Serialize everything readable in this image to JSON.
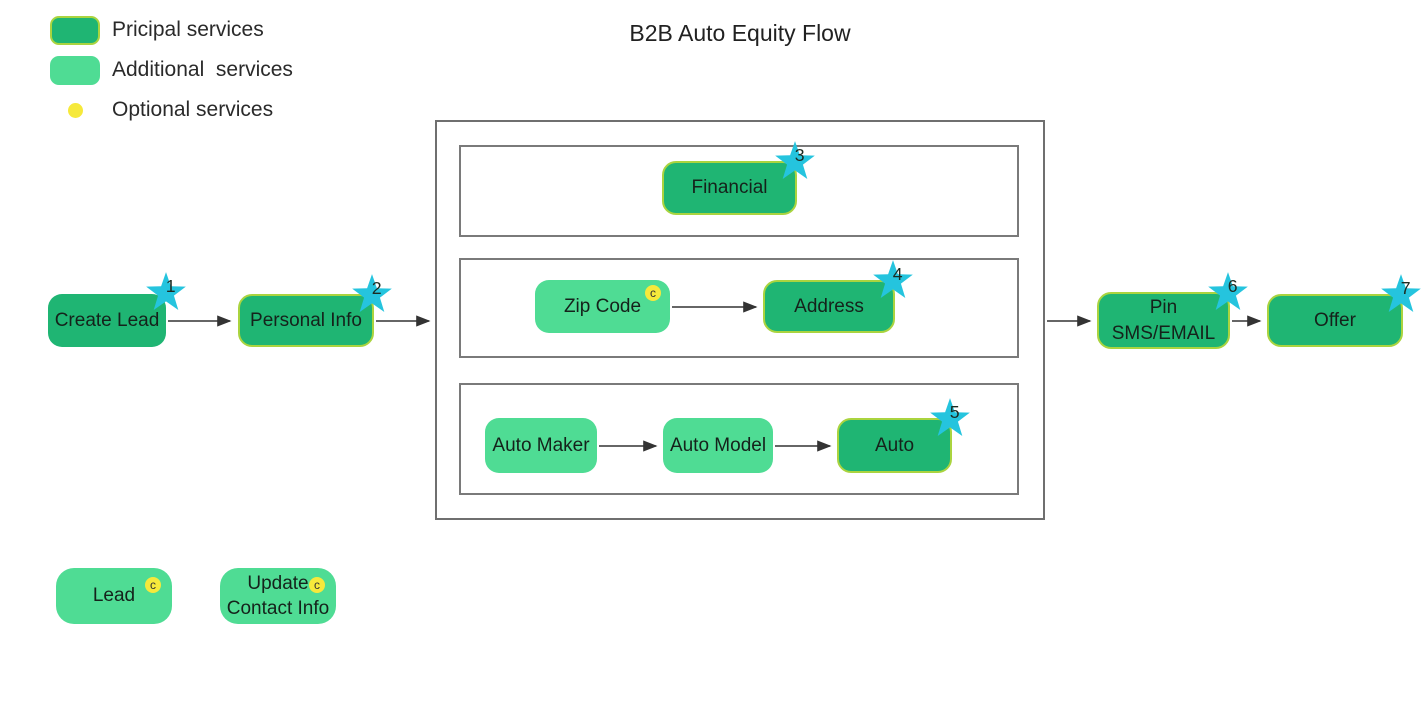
{
  "title": "B2B Auto Equity Flow",
  "legend": {
    "items": [
      {
        "label": "Pricipal services",
        "type": "principal",
        "color": "#1fb573"
      },
      {
        "label": "Additional  services",
        "type": "additional",
        "color": "#4fdc94"
      },
      {
        "label": "Optional services",
        "type": "optional",
        "color": "#f6e93b"
      }
    ]
  },
  "colors": {
    "principal_fill": "#1fb573",
    "additional_fill": "#4fdc94",
    "principal_border": "#aad43f",
    "optional_badge": "#f6e93b",
    "star_badge": "#25c4de",
    "container_border": "#6f6f6f",
    "arrow": "#333333"
  },
  "nodes": {
    "create_lead": {
      "label": "Create Lead",
      "badge": "1",
      "type": "principal"
    },
    "personal_info": {
      "label": "Personal Info",
      "badge": "2",
      "type": "principal"
    },
    "financial": {
      "label": "Financial",
      "badge": "3",
      "type": "principal"
    },
    "zip_code": {
      "label": "Zip Code",
      "badge": "c",
      "type": "additional"
    },
    "address": {
      "label": "Address",
      "badge": "4",
      "type": "principal"
    },
    "auto_maker": {
      "label": "Auto Maker",
      "badge": "",
      "type": "additional"
    },
    "auto_model": {
      "label": "Auto Model",
      "badge": "",
      "type": "additional"
    },
    "auto": {
      "label": "Auto",
      "badge": "5",
      "type": "principal"
    },
    "pin_sms_email": {
      "label": "Pin\nSMS/EMAIL",
      "badge": "6",
      "type": "principal"
    },
    "offer": {
      "label": "Offer",
      "badge": "7",
      "type": "principal"
    },
    "lead": {
      "label": "Lead",
      "badge": "c",
      "type": "additional"
    },
    "update_contact": {
      "label": "Update\nContact Info",
      "badge": "c",
      "type": "additional"
    }
  },
  "edges": [
    {
      "from": "create_lead",
      "to": "personal_info"
    },
    {
      "from": "personal_info",
      "to": "services_container"
    },
    {
      "from": "zip_code",
      "to": "address"
    },
    {
      "from": "auto_maker",
      "to": "auto_model"
    },
    {
      "from": "auto_model",
      "to": "auto"
    },
    {
      "from": "services_container",
      "to": "pin_sms_email"
    },
    {
      "from": "pin_sms_email",
      "to": "offer"
    }
  ]
}
